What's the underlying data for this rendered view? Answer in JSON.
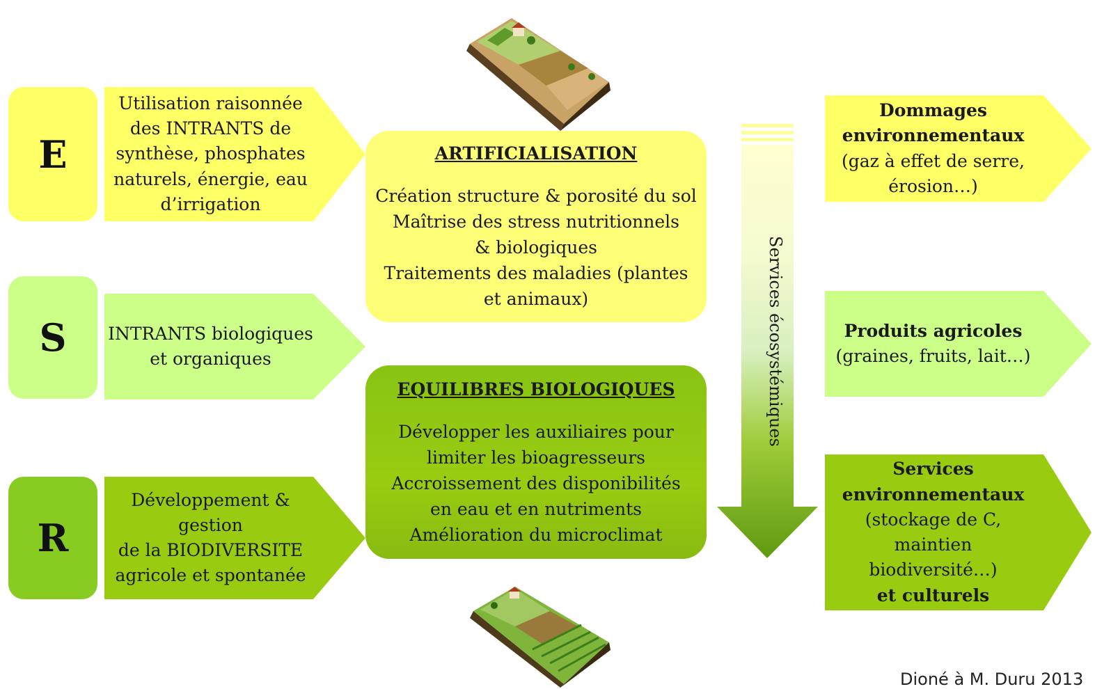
{
  "left": {
    "E": {
      "letter": "E",
      "lines": [
        "Utilisation raisonnée",
        "des INTRANTS de",
        "synthèse,  phosphates",
        "naturels, énergie, eau",
        "d’irrigation"
      ]
    },
    "S": {
      "letter": "S",
      "lines": [
        "INTRANTS biologiques",
        "et organiques"
      ]
    },
    "R": {
      "letter": "R",
      "lines": [
        "Développement &",
        "gestion",
        "de la BIODIVERSITE",
        "agricole  et spontanée"
      ]
    }
  },
  "center": {
    "artificialisation": {
      "title": "ARTIFICIALISATION",
      "lines": [
        "Création structure & porosité du sol",
        "Maîtrise des stress nutritionnels",
        "& biologiques",
        "Traitements des maladies (plantes",
        "et animaux)"
      ]
    },
    "equilibres": {
      "title": "EQUILIBRES BIOLOGIQUES",
      "lines": [
        "Développer les auxiliaires pour",
        "limiter les bioagresseurs",
        "Accroissement des disponibilités",
        "en eau et en nutriments",
        "Amélioration du microclimat"
      ]
    }
  },
  "vertical_arrow": {
    "label": "Services écosystémiques"
  },
  "right": {
    "dommages": {
      "bold": [
        "Dommages",
        "environnementaux"
      ],
      "normal": [
        "(gaz à effet de serre,",
        "érosion…)"
      ]
    },
    "produits": {
      "bold": [
        "Produits agricoles"
      ],
      "normal": [
        "(graines, fruits, lait…)"
      ]
    },
    "services": {
      "bold": [
        "Services",
        "environnementaux"
      ],
      "normal": [
        "(stockage de C,",
        "maintien",
        "biodiversité…)"
      ],
      "bold_end": "et culturels"
    }
  },
  "credit": "Dioné à M. Duru 2013",
  "colors": {
    "yellow": "#ffff66",
    "light_green": "#ccff88",
    "green": "#99cc11"
  }
}
